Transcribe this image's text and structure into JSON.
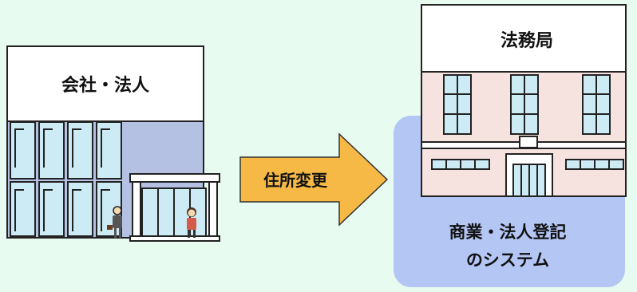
{
  "company": {
    "label": "会社・法人"
  },
  "arrow": {
    "label": "住所変更",
    "color": "#f6b945"
  },
  "bureau": {
    "label": "法務局"
  },
  "system": {
    "line1": "商業・法人登記",
    "line2": "のシステム",
    "color": "#b3c6f4"
  },
  "colors": {
    "background": "#e8fbf1",
    "glass": "#cdebf5",
    "wall": "#f6e3df"
  }
}
